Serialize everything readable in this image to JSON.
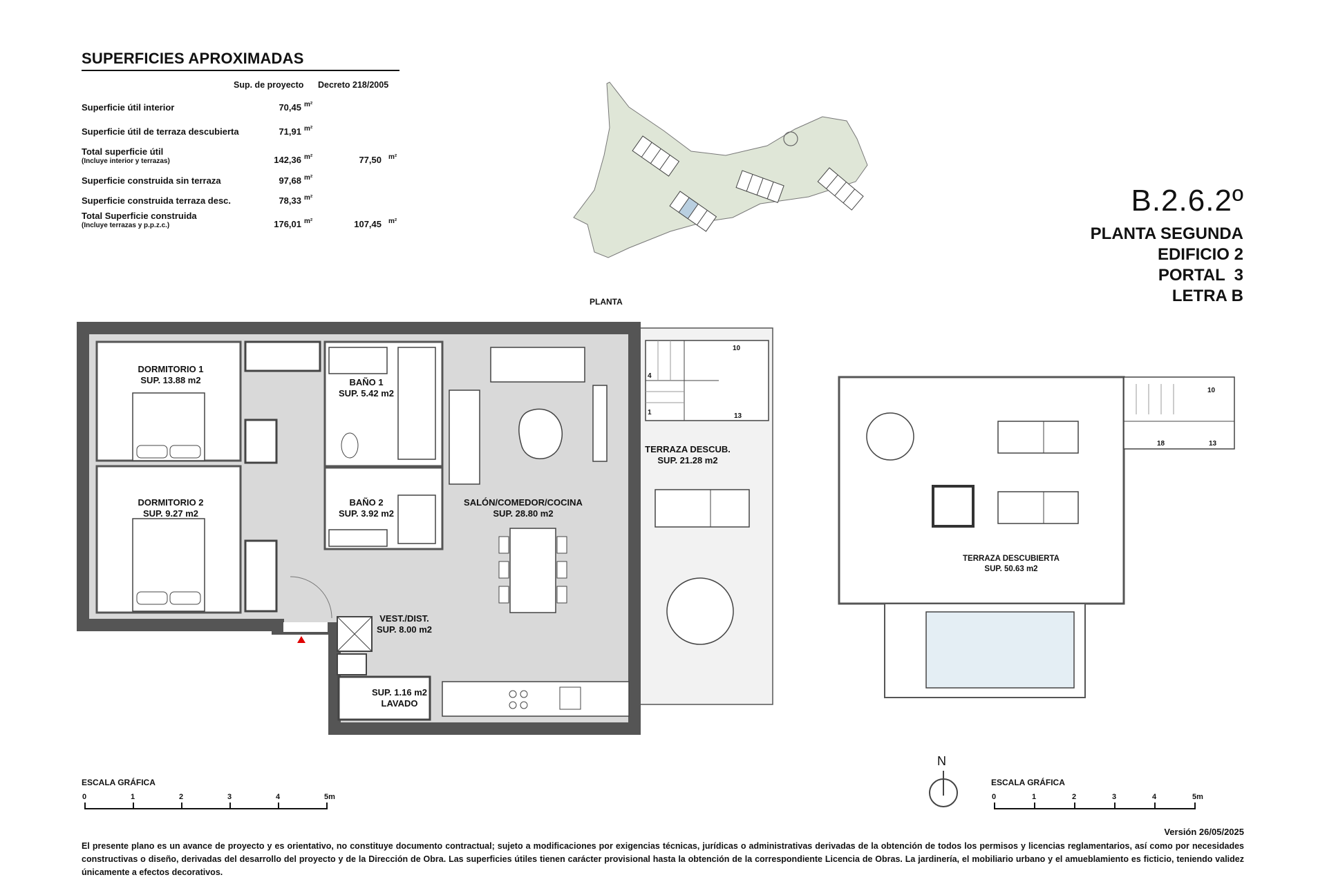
{
  "table": {
    "title": "SUPERFICIES APROXIMADAS",
    "col_project": "Sup. de proyecto",
    "col_decree": "Decreto 218/2005",
    "rows": [
      {
        "label": "Superficie útil interior",
        "sub": "",
        "project": "70,45",
        "project_unit": "m²",
        "decree": "",
        "decree_unit": ""
      },
      {
        "label": "Superficie útil de terraza descubierta",
        "sub": "",
        "project": "71,91",
        "project_unit": "m²",
        "decree": "",
        "decree_unit": ""
      },
      {
        "label": "Total superficie útil",
        "sub": "(Incluye interior y terrazas)",
        "project": "142,36",
        "project_unit": "m²",
        "decree": "77,50",
        "decree_unit": "m²"
      },
      {
        "label": "Superficie construida sin terraza",
        "sub": "",
        "project": "97,68",
        "project_unit": "m²",
        "decree": "",
        "decree_unit": ""
      },
      {
        "label": "Superficie construida terraza desc.",
        "sub": "",
        "project": "78,33",
        "project_unit": "m²",
        "decree": "",
        "decree_unit": ""
      },
      {
        "label": "Total Superficie construida",
        "sub": "(Incluye terrazas y p.p.z.c.)",
        "project": "176,01",
        "project_unit": "m²",
        "decree": "107,45",
        "decree_unit": "m²"
      }
    ]
  },
  "unit": {
    "code": "B.2.6.2º",
    "floor": "PLANTA SEGUNDA",
    "building": "EDIFICIO 2",
    "portal": "PORTAL  3",
    "letter": "LETRA B"
  },
  "plan_label": "PLANTA",
  "rooms": {
    "dorm1": "DORMITORIO 1\nSUP. 13.88 m2",
    "dorm2": "DORMITORIO 2\nSUP. 9.27 m2",
    "bano1": "BAÑO 1\nSUP. 5.42 m2",
    "bano2": "BAÑO 2\nSUP. 3.92 m2",
    "salon": "SALÓN/COMEDOR/COCINA\nSUP. 28.80 m2",
    "terraza": "TERRAZA DESCUB.\nSUP. 21.28 m2",
    "vest": "VEST./DIST.\nSUP. 8.00 m2",
    "lavado": "SUP. 1.16 m2\nLAVADO",
    "terraza_desc": "TERRAZA DESCUBIERTA\nSUP. 50.63 m2"
  },
  "stair_numbers": {
    "a": "10",
    "b": "4",
    "c": "1",
    "d": "13",
    "e": "10",
    "f": "18",
    "g": "13"
  },
  "scale": {
    "title": "ESCALA GRÁFICA",
    "ticks": [
      "0",
      "1",
      "2",
      "3",
      "4",
      "5m"
    ]
  },
  "north": "N",
  "version": "Versión 26/05/2025",
  "disclaimer": "El presente plano es un avance de proyecto y es orientativo, no constituye documento contractual; sujeto a modificaciones por exigencias técnicas, jurídicas o administrativas derivadas de la obtención de todos los permisos y licencias reglamentarios, así como por necesidades constructivas o diseño, derivadas del desarrollo del proyecto y de la Dirección de Obra. Las superficies útiles tienen carácter provisional hasta la obtención de la correspondiente Licencia de Obras. La jardinería, el mobiliario urbano y el amueblamiento es ficticio, teniendo validez únicamente a efectos decorativos.",
  "colors": {
    "wall": "#555555",
    "floor": "#d9d9d9",
    "terrace": "#f2f2f2",
    "site": "#dfe6d7",
    "highlight": "#b9cfe0",
    "entry": "#e00000"
  }
}
